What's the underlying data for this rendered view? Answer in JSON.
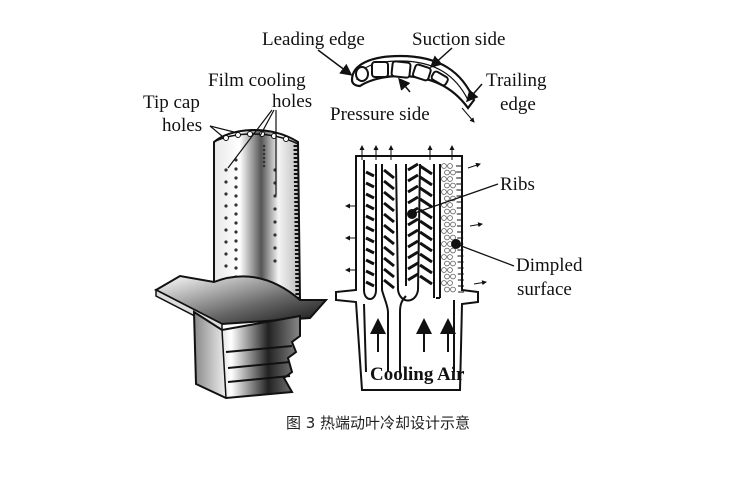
{
  "figure": {
    "caption": "图 3 热端动叶冷却设计示意",
    "labels": {
      "leading_edge": "Leading edge",
      "suction_side": "Suction side",
      "trailing_1": "Trailing",
      "trailing_2": "edge",
      "pressure_side": "Pressure side",
      "film_1": "Film cooling",
      "film_2": "holes",
      "tip_1": "Tip cap",
      "tip_2": "holes",
      "ribs": "Ribs",
      "dimpled_1": "Dimpled",
      "dimpled_2": "surface",
      "cooling_air": "Cooling Air"
    },
    "panels": [
      {
        "name": "airfoil-cross-section"
      },
      {
        "name": "blade-3d-view"
      },
      {
        "name": "internal-cooling-channels"
      }
    ]
  }
}
